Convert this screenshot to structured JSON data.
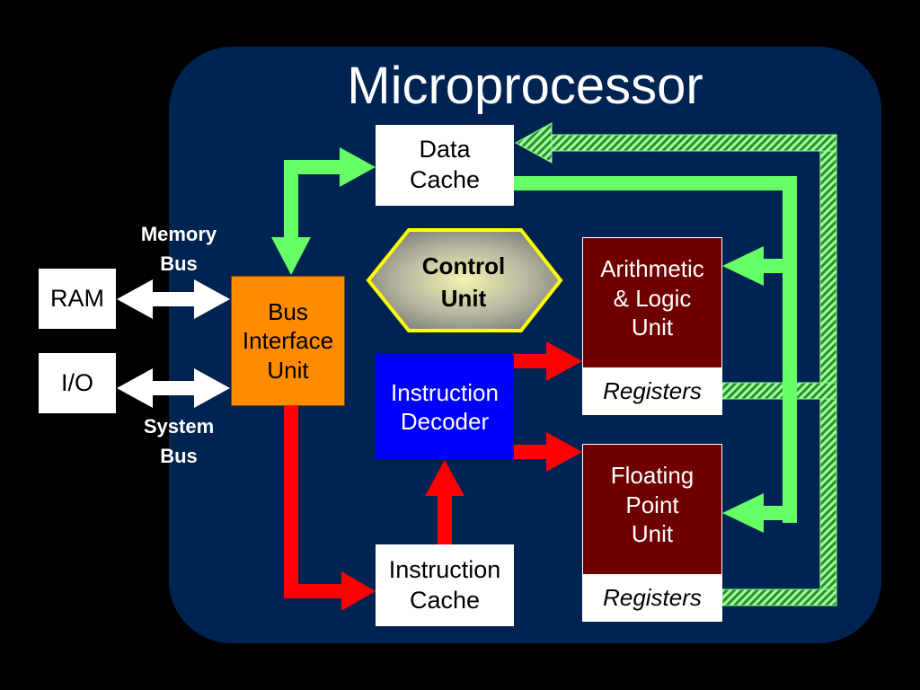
{
  "title": "Microprocessor",
  "labels": {
    "memory_bus": [
      "Memory",
      "Bus"
    ],
    "system_bus": [
      "System",
      "Bus"
    ]
  },
  "blocks": {
    "ram": "RAM",
    "io": "I/O",
    "bus_interface_unit": [
      "Bus",
      "Interface",
      "Unit"
    ],
    "data_cache": [
      "Data",
      "Cache"
    ],
    "control_unit": [
      "Control",
      "Unit"
    ],
    "instruction_decoder": [
      "Instruction",
      "Decoder"
    ],
    "instruction_cache": [
      "Instruction",
      "Cache"
    ],
    "alu": [
      "Arithmetic",
      "& Logic",
      "Unit"
    ],
    "fpu": [
      "Floating",
      "Point",
      "Unit"
    ],
    "alu_registers": "Registers",
    "fpu_registers": "Registers"
  },
  "colors": {
    "background": "#000000",
    "chip": "#002452",
    "green_path": "#66ff66",
    "red_path": "#ff0000",
    "bus_interface": "#ff8c00",
    "decoder": "#0000ff",
    "execution_unit": "#6e0000",
    "control_unit_border": "#ffff00"
  }
}
